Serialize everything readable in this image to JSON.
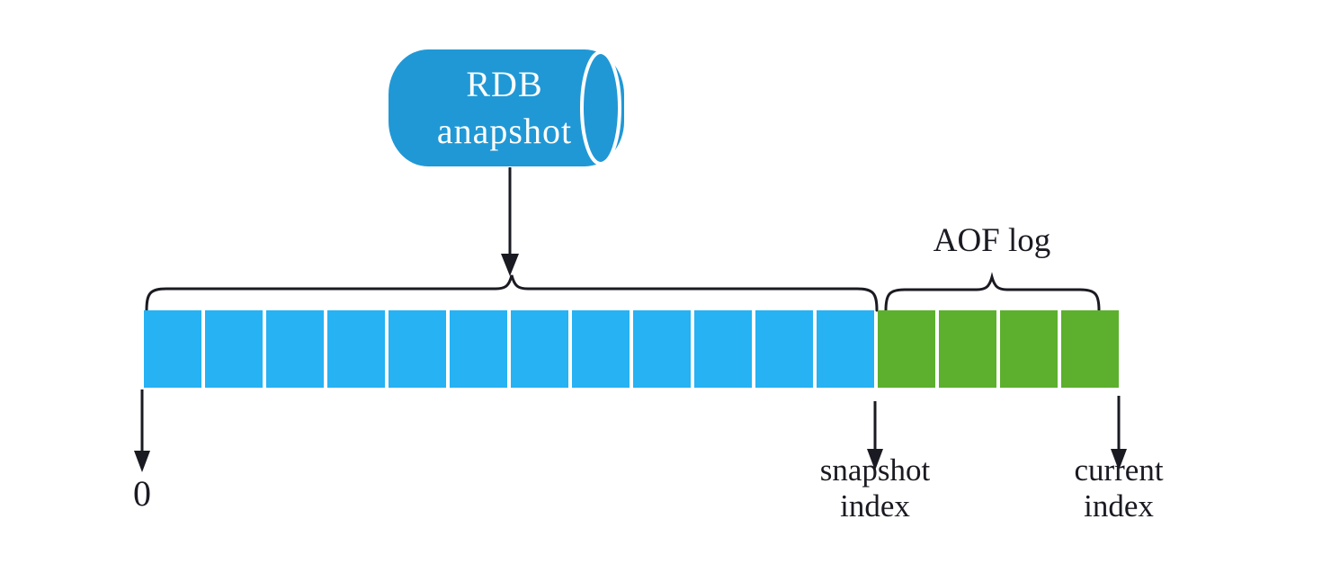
{
  "diagram": {
    "cylinder": {
      "line1": "RDB",
      "line2": "anapshot"
    },
    "aof_log_label": "AOF log",
    "origin_label": "0",
    "snapshot_index": {
      "line1": "snapshot",
      "line2": "index"
    },
    "current_index": {
      "line1": "current",
      "line2": "index"
    },
    "array": {
      "snapshot_cells": 12,
      "aof_cells": 4
    },
    "colors": {
      "cylinder_fill": "#2098d6",
      "snapshot_cell": "#26b2f3",
      "aof_cell": "#5cb02d",
      "ink": "#1a1a22",
      "cylinder_text": "#fcfefc",
      "background": "#ffffff"
    }
  }
}
